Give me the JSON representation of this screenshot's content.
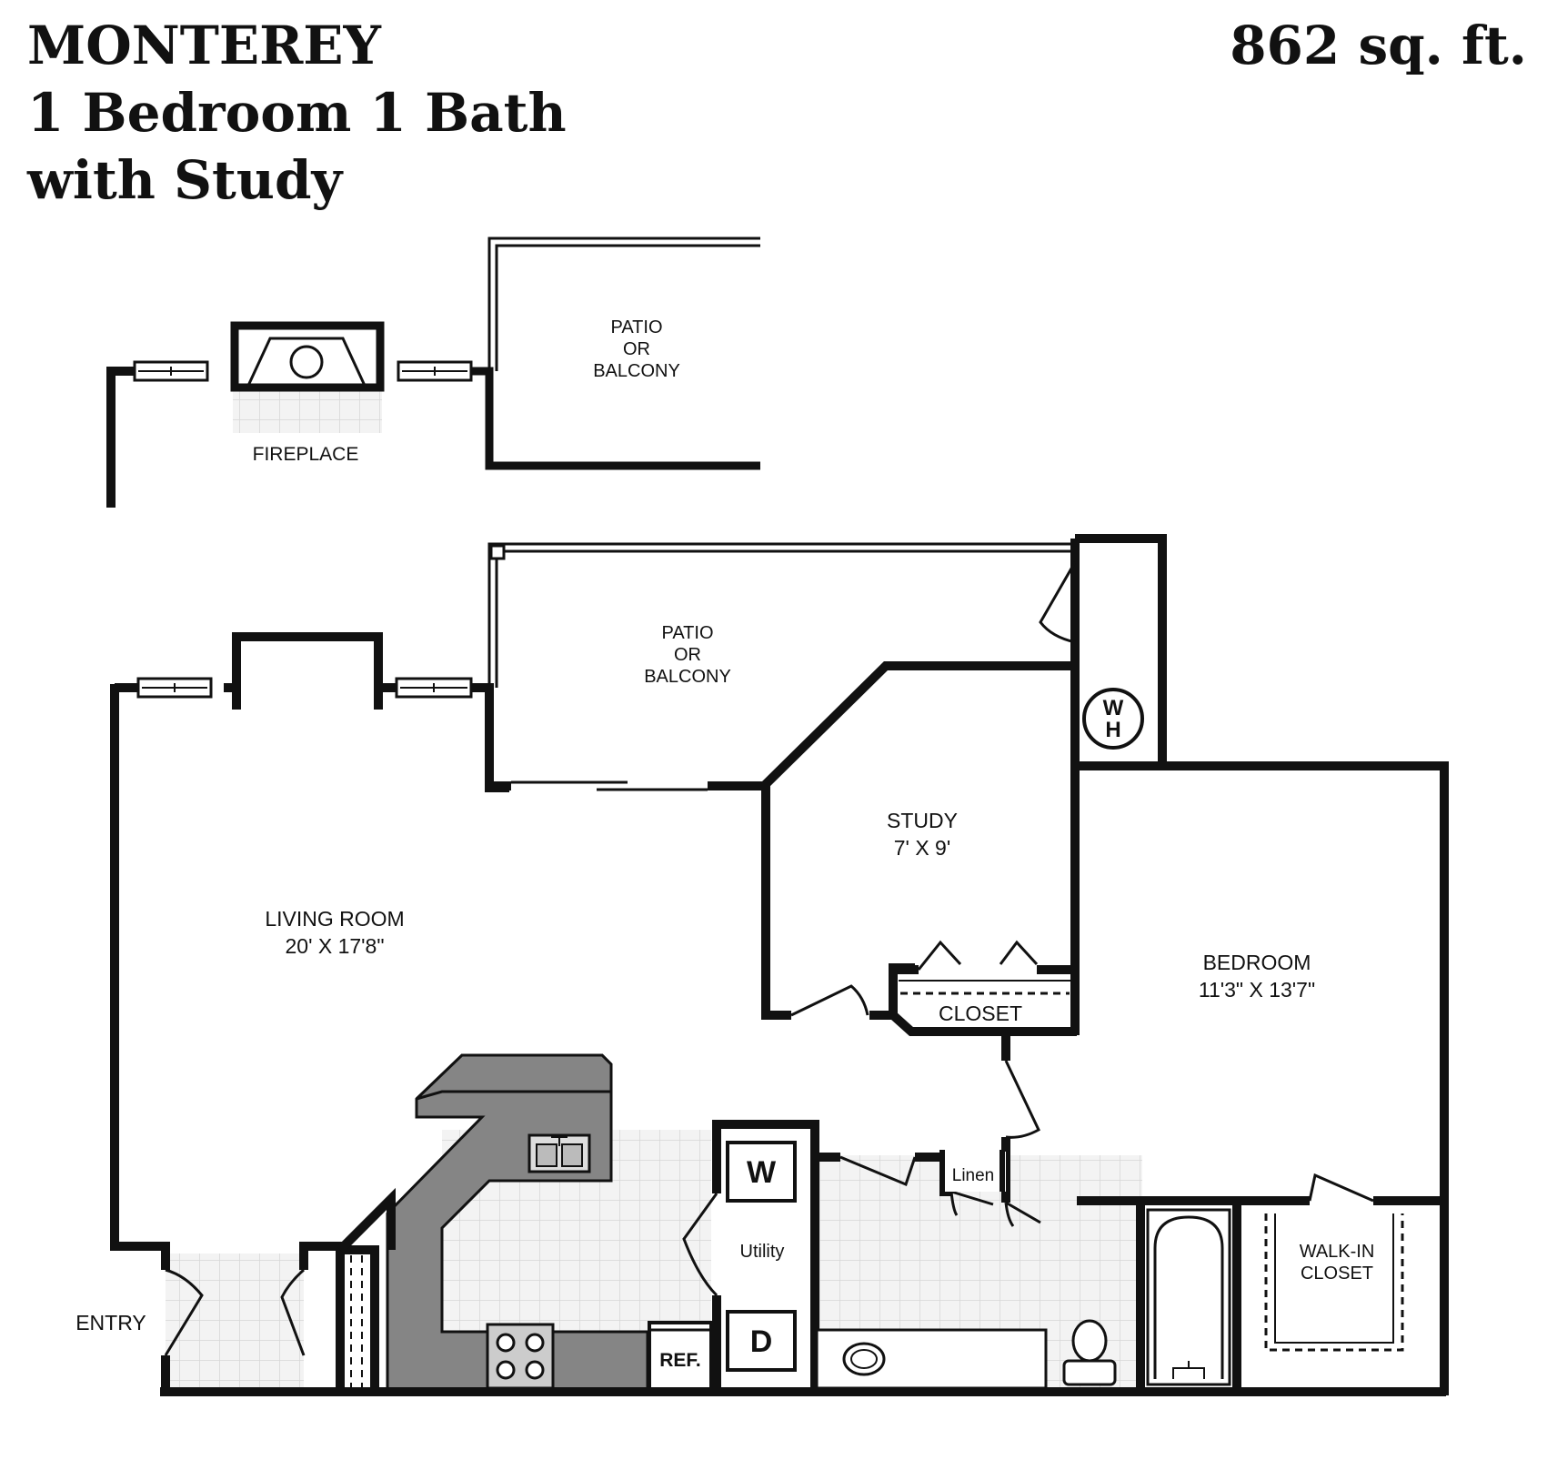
{
  "header": {
    "name": "MONTEREY",
    "config": "1 Bedroom  1 Bath",
    "extra": "with Study",
    "area": "862 sq. ft."
  },
  "inset": {
    "patio_lines": [
      "PATIO",
      "OR",
      "BALCONY"
    ],
    "fireplace": "FIREPLACE"
  },
  "rooms": {
    "patio_lines": [
      "PATIO",
      "OR",
      "BALCONY"
    ],
    "living_name": "LIVING ROOM",
    "living_dims": "20' X 17'8\"",
    "study_name": "STUDY",
    "study_dims": "7' X 9'",
    "closet": "CLOSET",
    "bedroom_name": "BEDROOM",
    "bedroom_dims": "11'3\" X 13'7\"",
    "linen": "Linen",
    "utility": "Utility",
    "washer": "W",
    "dryer": "D",
    "refrigerator": "REF.",
    "walkin_lines": [
      "WALK-IN",
      "CLOSET"
    ],
    "entry": "ENTRY",
    "water_heater_top": "W",
    "water_heater_bottom": "H"
  },
  "colors": {
    "wall": "#111111",
    "counter": "#858585",
    "tile": "#efefef"
  }
}
